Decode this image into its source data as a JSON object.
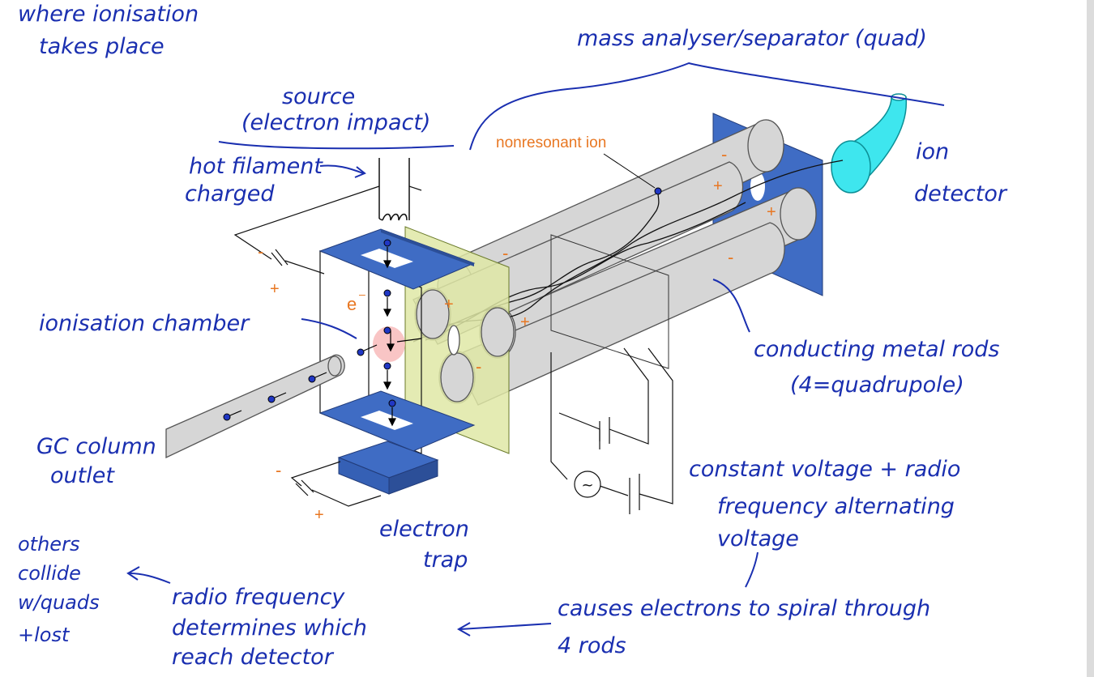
{
  "typed_labels": {
    "nonresonant_ion": "nonresonant ion",
    "electron": "e",
    "electron_superscript": "–",
    "minus": "-",
    "plus": "+",
    "ac_source": "~"
  },
  "handwritten_notes": {
    "ionisation_place_1": "where ionisation",
    "ionisation_place_2": "takes place",
    "source_1": "source",
    "source_2": "(electron impact)",
    "mass_analyser": "mass analyser/separator (quad)",
    "hot_filament_1": "hot filament",
    "hot_filament_2": "charged",
    "ion_detector_1": "ion",
    "ion_detector_2": "detector",
    "ionisation_chamber": "ionisation chamber",
    "conducting_rods_1": "conducting metal rods",
    "conducting_rods_2": "(4=quadrupole)",
    "gc_column_1": "GC column",
    "gc_column_2": "outlet",
    "constant_voltage_1": "constant voltage + radio",
    "constant_voltage_2": "frequency alternating",
    "constant_voltage_3": "voltage",
    "electron_trap_1": "electron",
    "electron_trap_2": "trap",
    "others_1": "others",
    "others_2": "collide",
    "others_3": "w/quads",
    "others_4": "+lost",
    "radio_freq_1": "radio frequency",
    "radio_freq_2": "determines which",
    "radio_freq_3": "reach detector",
    "causes_1": "causes electrons to spiral through",
    "causes_2": "4 rods"
  },
  "colors": {
    "plate_blue": "#3f6cc4",
    "rod_gray": "#d6d6d6",
    "lens_green": "#dfe8a6",
    "detector_cyan": "#3ee6ee",
    "ion_pink": "#f7b6b6",
    "ink_blue": "#1a2fb0",
    "label_orange": "#e87722"
  }
}
